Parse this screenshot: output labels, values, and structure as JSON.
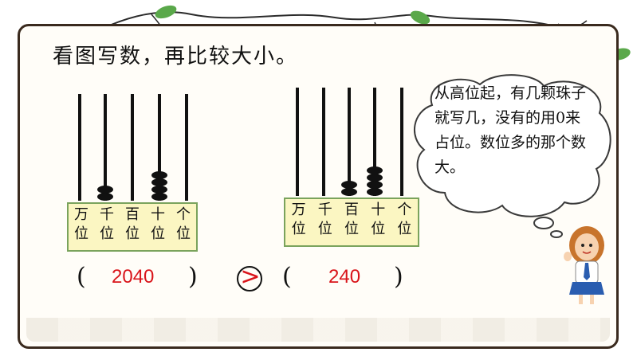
{
  "title": "看图写数，再比较大小。",
  "place_labels": [
    {
      "top": "万",
      "bottom": "位"
    },
    {
      "top": "千",
      "bottom": "位"
    },
    {
      "top": "百",
      "bottom": "位"
    },
    {
      "top": "十",
      "bottom": "位"
    },
    {
      "top": "个",
      "bottom": "位"
    }
  ],
  "abacus_left": {
    "beads": [
      0,
      2,
      0,
      4,
      0
    ],
    "answer": "2040"
  },
  "abacus_right": {
    "beads": [
      0,
      0,
      2,
      4,
      0
    ],
    "answer": "240"
  },
  "compare_symbol": ">",
  "paren_open": "(",
  "paren_close": ")",
  "hint": "从高位起，有几颗珠子就写几，没有的用0来占位。数位多的那个数大。",
  "colors": {
    "answer": "#d9141a",
    "label_bg": "#fbf6c2",
    "label_border": "#7aa35c",
    "leaf": "#5aa84a"
  },
  "icons": [
    "leaf-icon",
    "girl-illustration"
  ]
}
